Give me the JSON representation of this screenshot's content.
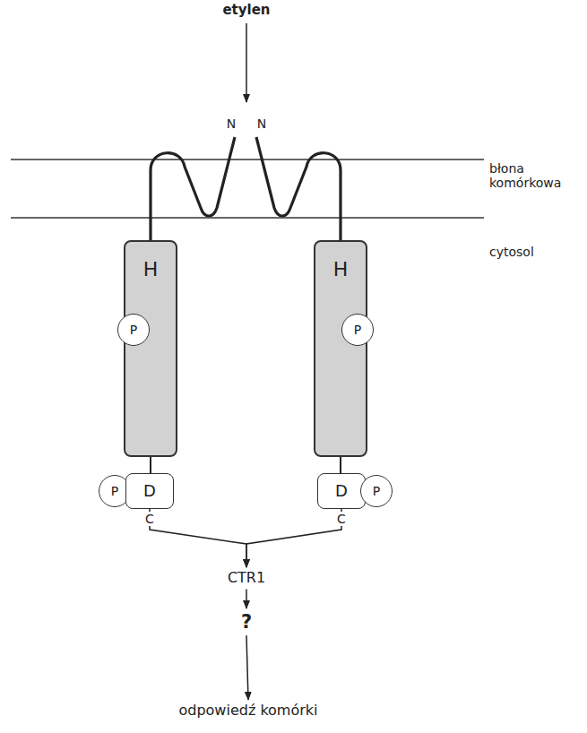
{
  "diagram": {
    "nodes": [
      {
        "text": [
          "H"
        ]
      },
      {
        "text": [
          "P"
        ]
      },
      {
        "text": [
          "H"
        ]
      },
      {
        "text": [
          "P"
        ]
      },
      {
        "text": [
          "P"
        ]
      },
      {
        "text": [
          "D"
        ]
      },
      {
        "text": [
          "D"
        ]
      },
      {
        "text": [
          "P"
        ]
      },
      {
        "text": [
          "CTR1"
        ]
      },
      {
        "text": [
          "?"
        ]
      },
      {
        "text": [
          "odpowiedź komórki"
        ]
      }
    ],
    "edges": [
      {
        "from": 0,
        "to": 5,
        "arrow": "none"
      },
      {
        "from": 2,
        "to": 6,
        "arrow": "none"
      },
      {
        "from": 5,
        "to": 8,
        "arrow": "to"
      },
      {
        "from": 6,
        "to": 8,
        "arrow": "to"
      },
      {
        "from": 8,
        "to": 9,
        "arrow": "to"
      },
      {
        "from": 9,
        "to": 10,
        "arrow": "to"
      }
    ],
    "labels": [
      "etylen",
      "N",
      "N",
      "błona komórkowa",
      "cytosol",
      "C",
      "C"
    ]
  }
}
